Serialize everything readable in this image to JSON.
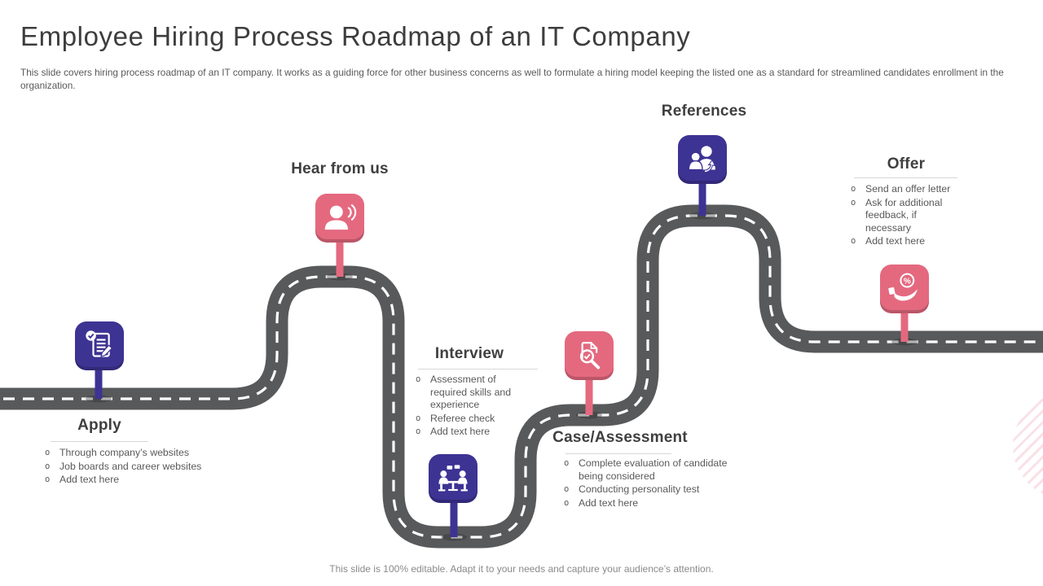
{
  "slide": {
    "title": "Employee Hiring Process Roadmap of an IT Company",
    "subtitle": "This slide covers hiring process roadmap of an IT  company. It works as a guiding force for  other business concerns as well to formulate a hiring model keeping the listed one as a standard for streamlined candidates enrollment in the organization.",
    "footer": "This slide is 100% editable. Adapt it to your needs and capture your audience’s attention.",
    "bullet_marker": "o"
  },
  "colors": {
    "purple": "#3D3393",
    "pink": "#E4697F",
    "road": "#58595B",
    "road_dash": "#FFFFFF",
    "heading_text": "#3F3F3F",
    "body_text": "#595959"
  },
  "milestones": [
    {
      "label": "Apply",
      "icon": "checklist-pencil-icon",
      "color": "purple",
      "bullets": [
        "Through  company’s  websites",
        "Job boards  and  career  websites",
        "Add text here"
      ]
    },
    {
      "label": "Hear from us",
      "icon": "person-speaking-icon",
      "color": "pink",
      "bullets": []
    },
    {
      "label": "Interview",
      "icon": "interview-discussion-icon",
      "color": "purple",
      "bullets": [
        "Assessment of required  skills and experience",
        "Referee  check",
        "Add text here"
      ]
    },
    {
      "label": "Case/Assessment",
      "icon": "document-search-check-icon",
      "color": "pink",
      "bullets": [
        "Complete  evaluation  of  candidate being  considered",
        "Conducting  personality  test",
        "Add text here"
      ]
    },
    {
      "label": "References",
      "icon": "people-referral-icon",
      "color": "purple",
      "bullets": []
    },
    {
      "label": "Offer",
      "icon": "hand-coin-percent-icon",
      "color": "pink",
      "bullets": [
        "Send  an  offer  letter",
        "Ask for  additional feedback,  if necessary",
        "Add text here"
      ]
    }
  ]
}
